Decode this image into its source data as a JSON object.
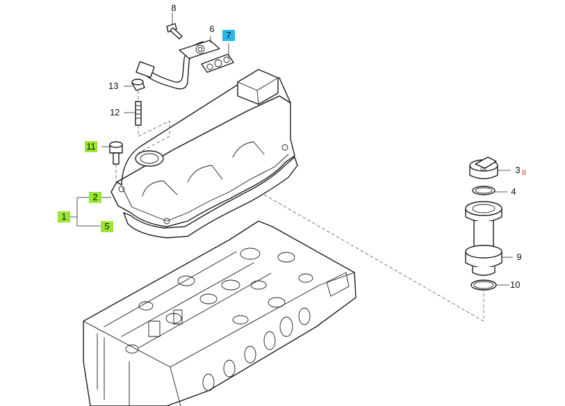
{
  "callouts": [
    {
      "id": "1",
      "label": "1",
      "highlight": "green"
    },
    {
      "id": "2",
      "label": "2",
      "highlight": "green"
    },
    {
      "id": "3",
      "label": "3",
      "highlight": "none"
    },
    {
      "id": "4",
      "label": "4",
      "highlight": "none"
    },
    {
      "id": "5",
      "label": "5",
      "highlight": "green"
    },
    {
      "id": "6",
      "label": "6",
      "highlight": "none"
    },
    {
      "id": "7",
      "label": "7",
      "highlight": "blue"
    },
    {
      "id": "8",
      "label": "8",
      "highlight": "none"
    },
    {
      "id": "9",
      "label": "9",
      "highlight": "none"
    },
    {
      "id": "10",
      "label": "10",
      "highlight": "none"
    },
    {
      "id": "11",
      "label": "11",
      "highlight": "green"
    },
    {
      "id": "12",
      "label": "12",
      "highlight": "none"
    },
    {
      "id": "13",
      "label": "13",
      "highlight": "none"
    }
  ],
  "colors": {
    "green": "#99e633",
    "blue": "#29b6e8",
    "line": "#1a1a1a",
    "marker": "#d21f1f"
  },
  "filler_cap_text": "OIL"
}
